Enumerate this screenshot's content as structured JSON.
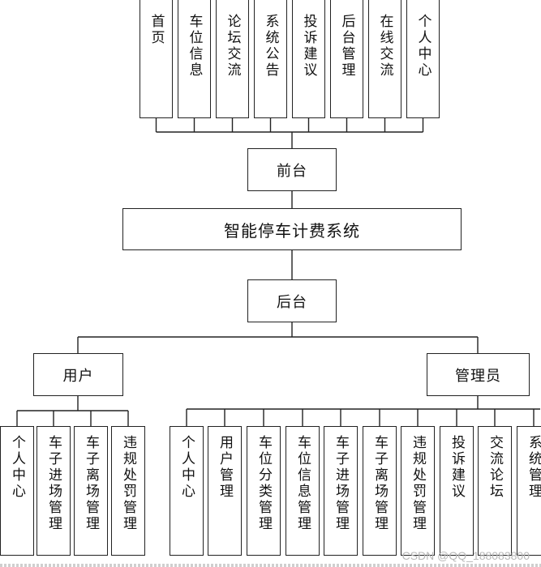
{
  "title": "智能停车计费系统",
  "front": {
    "label": "前台",
    "items": [
      "首页",
      "车位信息",
      "论坛交流",
      "系统公告",
      "投诉建议",
      "后台管理",
      "在线交流",
      "个人中心"
    ]
  },
  "back": {
    "label": "后台",
    "user": {
      "label": "用户",
      "items": [
        "个人中心",
        "车子进场管理",
        "车子离场管理",
        "违规处罚管理"
      ]
    },
    "admin": {
      "label": "管理员",
      "items": [
        "个人中心",
        "用户管理",
        "车位分类管理",
        "车位信息管理",
        "车子进场管理",
        "车子离场管理",
        "违规处罚管理",
        "投诉建议",
        "交流论坛",
        "系统管理"
      ]
    }
  },
  "watermark": "CSDN @QQ_188083800",
  "colors": {
    "line": "#222222",
    "background": "#ffffff",
    "watermark": "#b8b8b8"
  }
}
